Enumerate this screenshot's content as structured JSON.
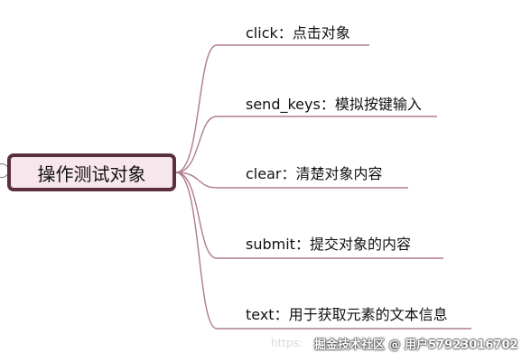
{
  "central_topic": "操作测试对象",
  "branches": [
    {
      "label": "click：点击对象"
    },
    {
      "label": "send_keys：模拟按键输入"
    },
    {
      "label": "clear：清楚对象内容"
    },
    {
      "label": "submit：提交对象的内容"
    },
    {
      "label": "text：用于获取元素的文本信息"
    }
  ],
  "watermark": {
    "faint_text": "https:",
    "text": "掘金技术社区 @ 用户57923016702"
  },
  "colors": {
    "connector": "#b07a8e",
    "central_border": "#5a3040",
    "central_fill": "#f7e6ec"
  }
}
